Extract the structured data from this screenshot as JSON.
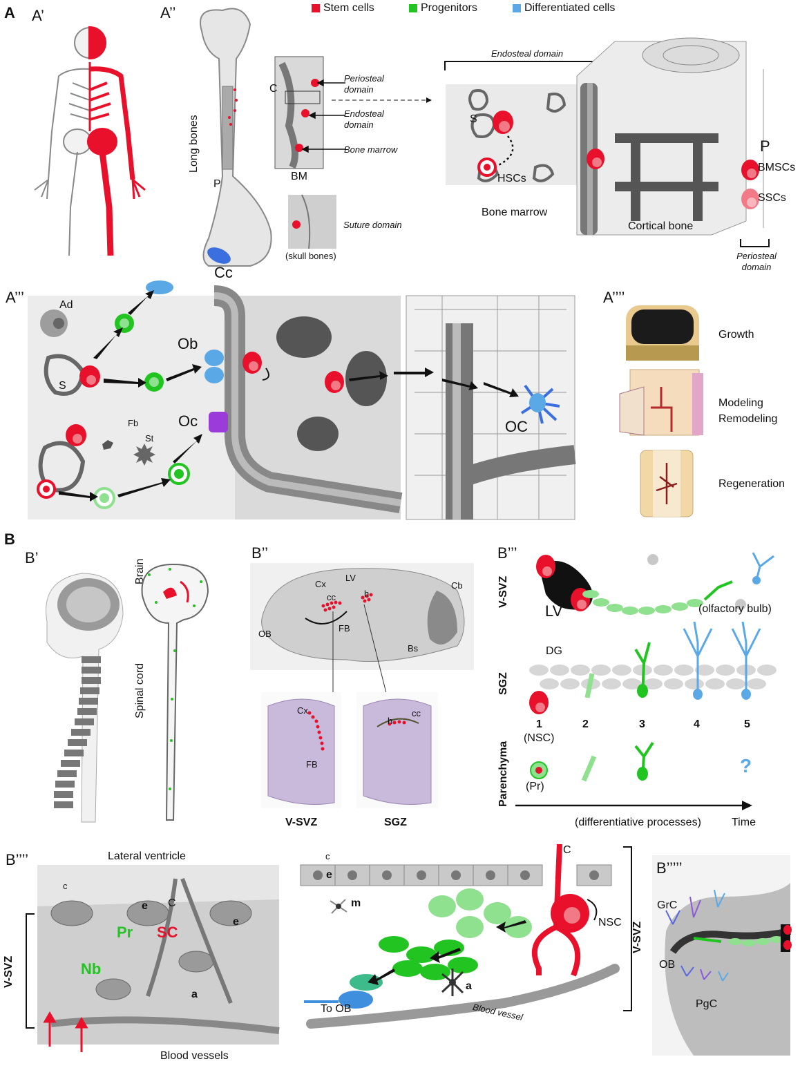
{
  "legend": {
    "items": [
      {
        "label": "Stem cells",
        "color": "#e8102a"
      },
      {
        "label": "Progenitors",
        "color": "#22c422"
      },
      {
        "label": "Differentiated cells",
        "color": "#5aa9e6"
      }
    ]
  },
  "panelA": {
    "letter": "A",
    "a1": "A’",
    "a2": "A’’",
    "a3": "A’’’",
    "a4": "A’’’’",
    "long_bones": "Long bones",
    "p_label": "P",
    "c_label": "C",
    "bm_label": "BM",
    "cc_label": "Cc",
    "periosteal_domain": "Periosteal domain",
    "endosteal_domain": "Endosteal domain",
    "bone_marrow": "Bone marrow",
    "suture_domain": "Suture domain",
    "skull_bones": "(skull bones)",
    "endosteal_header": "Endosteal domain",
    "s_label": "S",
    "hscs": "HSCs",
    "bone_marrow_caption": "Bone marrow",
    "cortical_bone": "Cortical bone",
    "p_right": "P",
    "bmscs": "BMSCs",
    "sscs": "SSCs",
    "periosteal_domain_bottom": "Periosteal domain",
    "ad": "Ad",
    "s2": "S",
    "ob": "Ob",
    "fb": "Fb",
    "st": "St",
    "oc": "Oc",
    "OC": "OC",
    "growth": "Growth",
    "modeling": "Modeling",
    "remodeling": "Remodeling",
    "regeneration": "Regeneration"
  },
  "panelB": {
    "letter": "B",
    "b1": "B’",
    "b2": "B’’",
    "b3": "B’’’",
    "b4": "B’’’’",
    "b5": "B’’’’’",
    "brain": "Brain",
    "spinal_cord": "Spinal cord",
    "cx": "Cx",
    "lv": "LV",
    "cc": "cc",
    "h": "h",
    "cb": "Cb",
    "ob": "OB",
    "fb": "FB",
    "bs": "Bs",
    "vsvz_caption": "V-SVZ",
    "sgz_caption": "SGZ",
    "cx2": "Cx",
    "fb2": "FB",
    "cc2": "cc",
    "h2": "h",
    "vsvz_row": "V-SVZ",
    "lv_row": "LV",
    "olfactory_bulb": "(olfactory bulb)",
    "sgz_row": "SGZ",
    "dg": "DG",
    "stages": [
      "1",
      "2",
      "3",
      "4",
      "5"
    ],
    "nsc_paren": "(NSC)",
    "parenchyma": "Parenchyma",
    "pr_paren": "(Pr)",
    "question": "?",
    "diff_processes": "(differentiative processes)",
    "time": "Time",
    "lateral_ventricle": "Lateral ventricle",
    "c_small": "c",
    "e_small": "e",
    "C_big": "C",
    "e2": "e",
    "pr": "Pr",
    "sc": "SC",
    "nb": "Nb",
    "a": "a",
    "vsvz_side": "V-SVZ",
    "blood_vessels": "Blood vessels",
    "c3": "c",
    "e3": "e",
    "C3": "C",
    "m": "m",
    "nsc": "NSC",
    "a3": "a",
    "to_ob": "To OB",
    "blood_vessel": "Blood vessel",
    "vsvz_right": "V-SVZ",
    "grc": "GrC",
    "ob3": "OB",
    "pgc": "PgC"
  }
}
